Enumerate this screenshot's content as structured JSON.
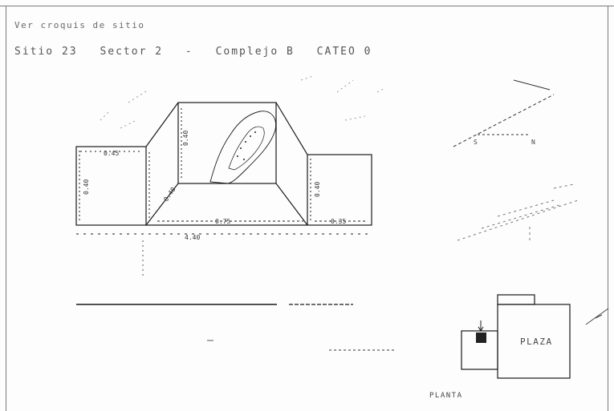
{
  "header": {
    "title": "Ver croquis de sitio",
    "site": "Sitio 23",
    "sector": "Sector 2",
    "separator": "-",
    "complex": "Complejo B",
    "cateo": "CATEO 0"
  },
  "section": {
    "left_width": "0.45",
    "left_height": "0.40",
    "back_height": "0.40",
    "side_depth": "0.40",
    "front_width": "0.75",
    "right_height": "0.40",
    "right_width": "0.35",
    "bottom_width": "4.40"
  },
  "north_arrow": {
    "south_label": "S",
    "north_label": "N"
  },
  "plan": {
    "plaza_label": "PLAZA",
    "caption": "PLANTA"
  },
  "colors": {
    "line": "#1a1a1a",
    "feature_fill": "#222222",
    "faint": "#9a9a9a"
  }
}
